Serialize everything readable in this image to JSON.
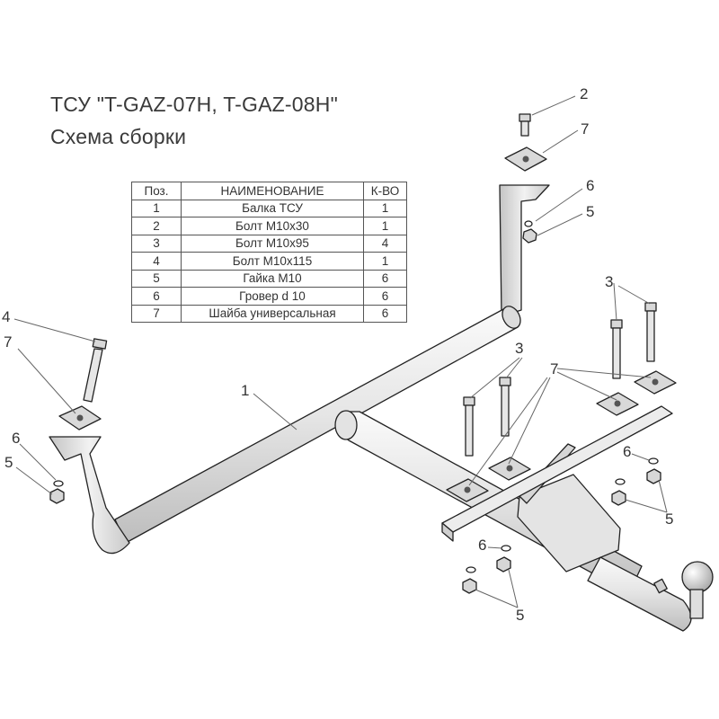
{
  "title_line1": "ТСУ \"T-GAZ-07H, T-GAZ-08H\"",
  "title_line2": "Схема сборки",
  "table": {
    "headers": [
      "Поз.",
      "НАИМЕНОВАНИЕ",
      "К-ВО"
    ],
    "rows": [
      [
        "1",
        "Балка ТСУ",
        "1"
      ],
      [
        "2",
        "Болт М10х30",
        "1"
      ],
      [
        "3",
        "Болт М10х95",
        "4"
      ],
      [
        "4",
        "Болт М10х115",
        "1"
      ],
      [
        "5",
        "Гайка  М10",
        "6"
      ],
      [
        "6",
        "Гровер d 10",
        "6"
      ],
      [
        "7",
        "Шайба универсальная",
        "6"
      ]
    ]
  },
  "callouts": {
    "c1": "1",
    "c2": "2",
    "c3a": "3",
    "c3b": "3",
    "c4": "4",
    "c5a": "5",
    "c5b": "5",
    "c5c": "5",
    "c5d": "5",
    "c6a": "6",
    "c6b": "6",
    "c6c": "6",
    "c6d": "6",
    "c7a": "7",
    "c7b": "7",
    "c7c": "7"
  },
  "colors": {
    "metal": "#e9e9e9",
    "metal_shade": "#c9c9c9",
    "outline": "#222222",
    "text": "#333333"
  }
}
